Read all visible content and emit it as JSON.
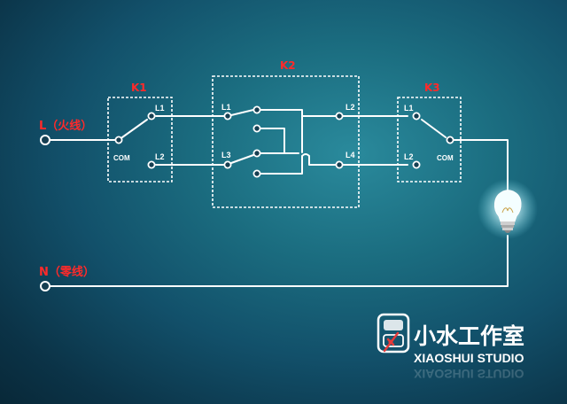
{
  "labels": {
    "live": "L（火线）",
    "neutral": "N（零线）"
  },
  "switches": {
    "k1": {
      "name": "K1",
      "com": "COM",
      "l1": "L1",
      "l2": "L2"
    },
    "k2": {
      "name": "K2",
      "l1": "L1",
      "l2": "L2",
      "l3": "L3",
      "l4": "L4"
    },
    "k3": {
      "name": "K3",
      "com": "COM",
      "l1": "L1",
      "l2": "L2"
    }
  },
  "brand": {
    "name_cn": "小水工作室",
    "name_en": "XIAOSHUI STUDIO"
  },
  "colors": {
    "label_red": "#ff2a2a",
    "wire": "#ffffff",
    "bulb_glow": "#bff6ff",
    "background": "#1b6d80"
  }
}
